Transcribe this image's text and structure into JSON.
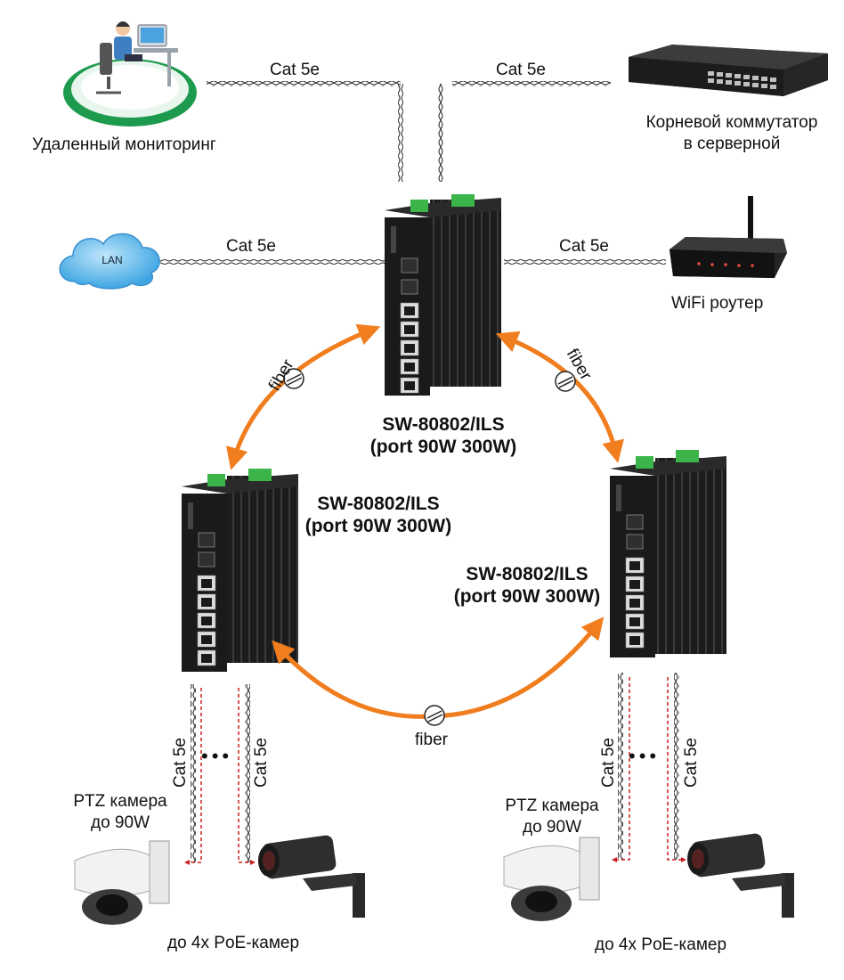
{
  "nodes": {
    "remote_monitoring": "Удаленный мониторинг",
    "core_switch_line1": "Корневой коммутатор",
    "core_switch_line2": "в серверной",
    "lan": "LAN",
    "wifi_router": "WiFi роутер"
  },
  "switches": {
    "top": {
      "model": "SW-80802/ILS",
      "ports": "(port 90W 300W)"
    },
    "left": {
      "model": "SW-80802/ILS",
      "ports": "(port 90W 300W)"
    },
    "right": {
      "model": "SW-80802/ILS",
      "ports": "(port 90W 300W)"
    }
  },
  "links": {
    "cable_label": "Cat 5e",
    "fiber_label": "fiber"
  },
  "cameras": {
    "ptz_line1": "PTZ камера",
    "ptz_line2": "до 90W",
    "poe_group": "до 4х PoE-камер",
    "ellipsis": "•••"
  },
  "colors": {
    "fiber_arrow": "#f07d1e",
    "poe_dash": "#cc1e1e",
    "switch_body": "#1d1d1d",
    "terminal_green": "#3bb54a",
    "cloud_blue": "#5fb8ec"
  }
}
